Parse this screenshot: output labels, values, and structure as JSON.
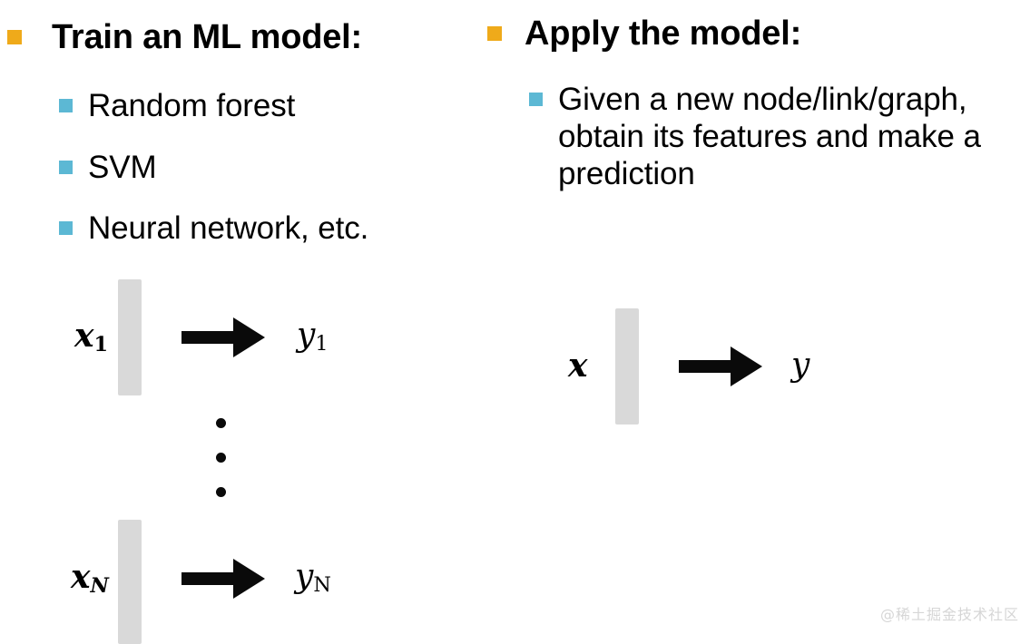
{
  "slide": {
    "background_color": "#FFFFFF",
    "bullet_color_level1": "#EFAA1A",
    "bullet_color_level2": "#5CB8D4",
    "vector_bar_color": "#D9D9D9",
    "text_color": "#000000"
  },
  "left_column": {
    "heading": "Train an ML model:",
    "sub_bullets": [
      {
        "label": "Random forest"
      },
      {
        "label": "SVM"
      },
      {
        "label": "Neural network, etc."
      }
    ],
    "diagram": {
      "rows": [
        {
          "input_label": "x",
          "input_subscript": "1",
          "output_label": "y",
          "output_subscript": "1"
        },
        {
          "input_label": "x",
          "input_subscript": "N",
          "output_label": "y",
          "output_subscript": "N"
        }
      ],
      "ellipsis_dots": 3,
      "arrow_symbol": "right-arrow"
    }
  },
  "right_column": {
    "heading": "Apply the model:",
    "sub_bullets": [
      {
        "label": "Given a new node/link/graph, obtain its features and make a prediction"
      }
    ],
    "diagram": {
      "rows": [
        {
          "input_label": "x",
          "input_subscript": "",
          "output_label": "y",
          "output_subscript": ""
        }
      ],
      "arrow_symbol": "right-arrow"
    }
  },
  "watermark": {
    "text": "@稀土掘金技术社区"
  }
}
